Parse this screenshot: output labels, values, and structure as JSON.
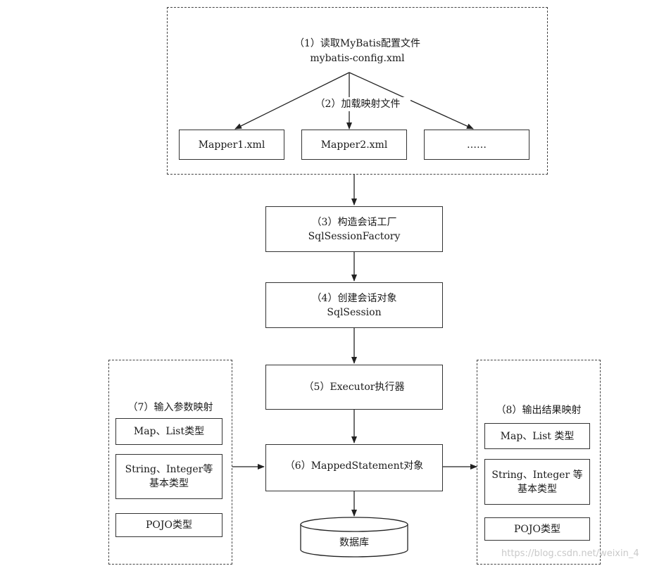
{
  "top": {
    "title_line1": "（1）读取MyBatis配置文件",
    "title_line2": "mybatis-config.xml",
    "load_label": "（2）加载映射文件",
    "mappers": [
      "Mapper1.xml",
      "Mapper2.xml",
      "……"
    ]
  },
  "factory": {
    "line1": "（3）构造会话工厂",
    "line2": "SqlSessionFactory"
  },
  "session": {
    "line1": "（4）创建会话对象",
    "line2": "SqlSession"
  },
  "executor": {
    "line1": "（5）Executor执行器"
  },
  "mapped": {
    "line1": "（6）MappedStatement对象"
  },
  "database": {
    "label": "数据库"
  },
  "input": {
    "title": "（7）输入参数映射",
    "item1": "Map、List类型",
    "item2_line1": "String、Integer等",
    "item2_line2": "基本类型",
    "item3": "POJO类型"
  },
  "output": {
    "title": "（8）输出结果映射",
    "item1": "Map、List 类型",
    "item2_line1": "String、Integer 等",
    "item2_line2": "基本类型",
    "item3": "POJO类型"
  },
  "watermark": "https://blog.csdn.net/weixin_4"
}
